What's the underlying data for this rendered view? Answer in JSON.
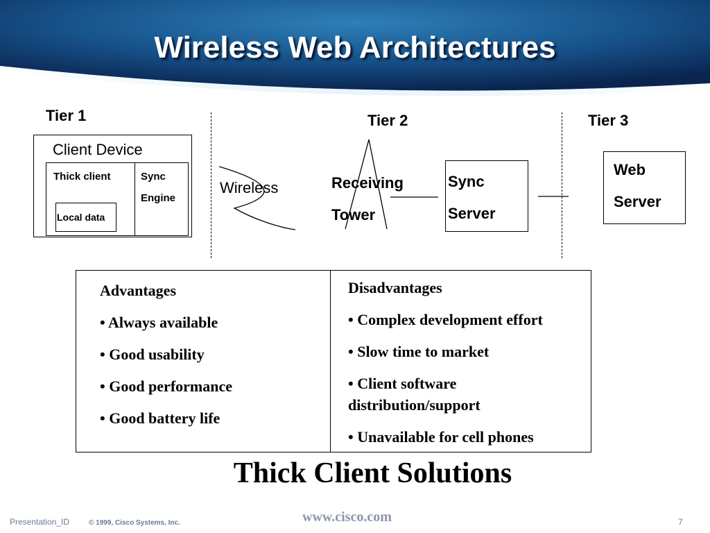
{
  "slide": {
    "title": "Wireless Web Architectures",
    "subtitle": "Thick Client Solutions"
  },
  "tiers": {
    "tier1": "Tier 1",
    "tier2": "Tier 2",
    "tier3": "Tier 3"
  },
  "diagram": {
    "client_device": "Client Device",
    "thick_client": "Thick client",
    "sync_engine_line1": "Sync",
    "sync_engine_line2": "Engine",
    "local_data": "Local data",
    "wireless": "Wireless",
    "receiving_tower_line1": "Receiving",
    "receiving_tower_line2": "Tower",
    "sync_server_line1": "Sync",
    "sync_server_line2": "Server",
    "web_server_line1": "Web",
    "web_server_line2": "Server"
  },
  "advantages": {
    "heading": "Advantages",
    "items": [
      "• Always available",
      "• Good usability",
      "• Good performance",
      "• Good battery life"
    ]
  },
  "disadvantages": {
    "heading": "Disadvantages",
    "items": [
      "• Complex development effort",
      "• Slow time to market",
      "• Client software",
      "distribution/support",
      "• Unavailable for cell phones"
    ]
  },
  "footer": {
    "presentation_id": "Presentation_ID",
    "copyright": "© 1999, Cisco Systems, Inc.",
    "website": "www.cisco.com",
    "page_number": "7"
  }
}
